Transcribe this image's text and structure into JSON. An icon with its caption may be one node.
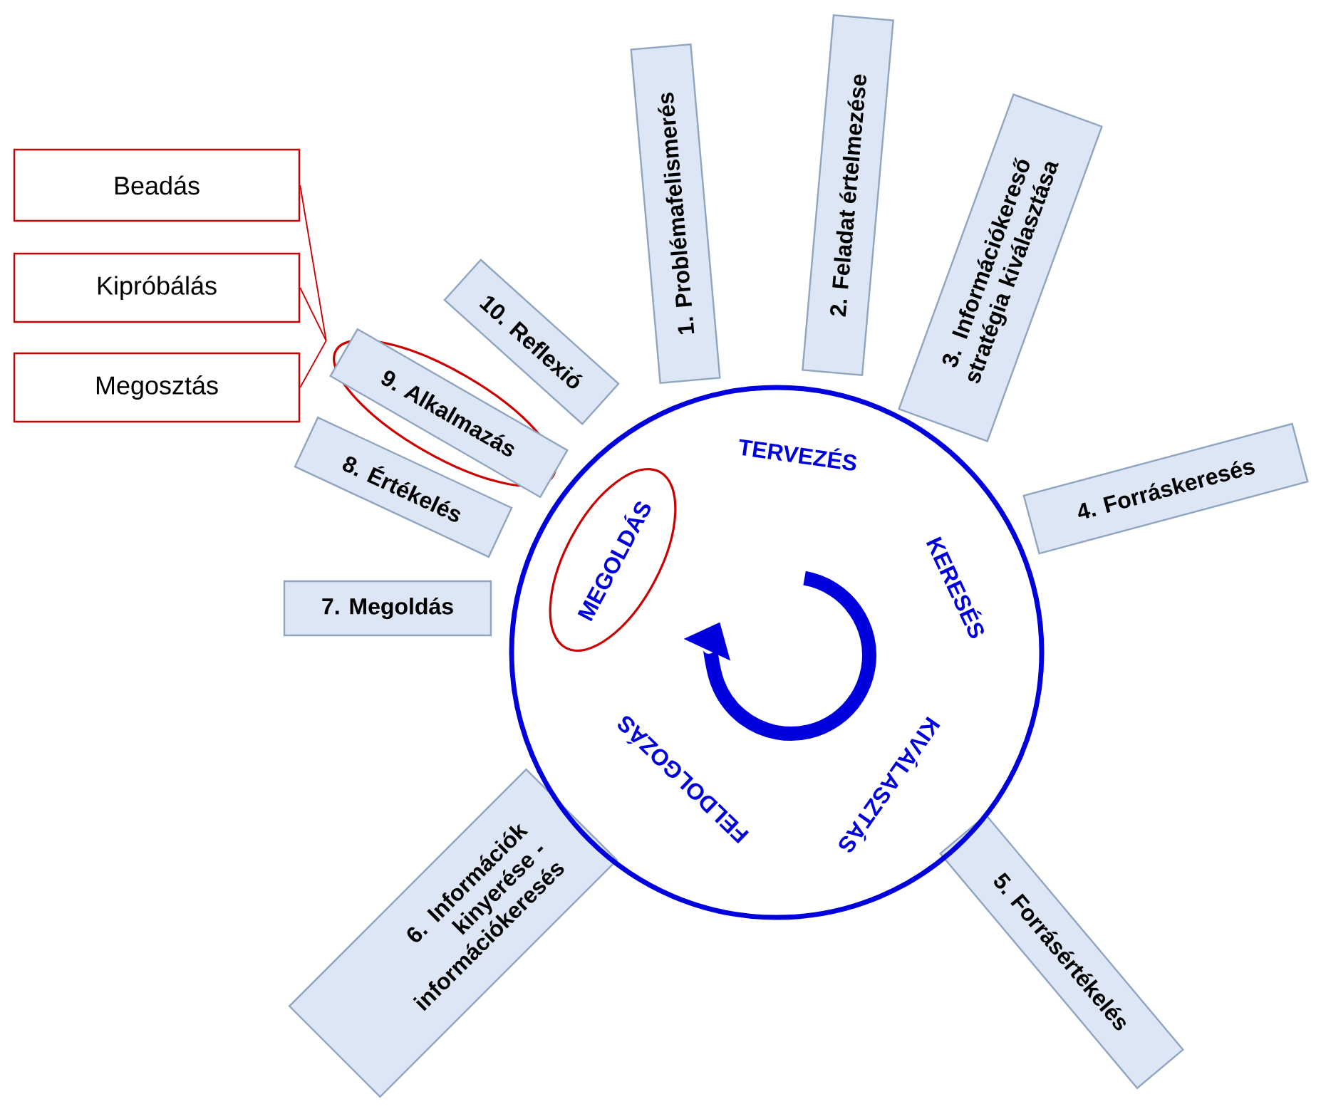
{
  "diagram": {
    "nodes": [
      {
        "text": [
          "Beadás"
        ]
      },
      {
        "text": [
          "Kipróbálás"
        ]
      },
      {
        "text": [
          "Megosztás"
        ]
      },
      {
        "text": [
          "1. Problémafelismerés"
        ]
      },
      {
        "text": [
          "2. Feladat értelmezése"
        ]
      },
      {
        "text": [
          "3. Információkereső stratégia kiválasztása"
        ]
      },
      {
        "text": [
          "4. Forráskeresés"
        ]
      },
      {
        "text": [
          "5. Forrásértékelés"
        ]
      },
      {
        "text": [
          "6. Információk kinyerése - információkeresés"
        ]
      },
      {
        "text": [
          "7. Megoldás"
        ]
      },
      {
        "text": [
          "8. Értékelés"
        ]
      },
      {
        "text": [
          "9. Alkalmazás"
        ]
      },
      {
        "text": [
          "10. Reflexió"
        ]
      },
      {
        "text": [
          "TERVEZÉS",
          "KERESÉS",
          "KIVÁLASZTÁS",
          "FELDOLGOZÁS"
        ]
      },
      {
        "text": [
          "MEGOLDÁS"
        ],
        "in": 13
      }
    ],
    "edges": [
      {
        "from": 0,
        "to": 11,
        "arrow": "none"
      },
      {
        "from": 1,
        "to": 11,
        "arrow": "none"
      },
      {
        "from": 2,
        "to": 11,
        "arrow": "none"
      }
    ]
  }
}
